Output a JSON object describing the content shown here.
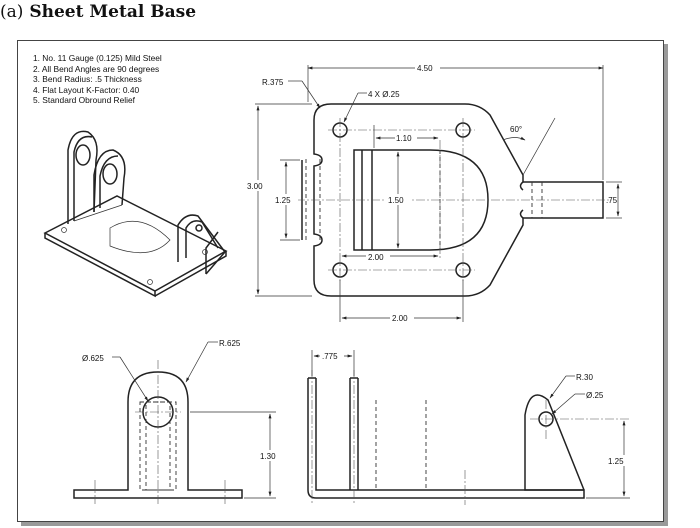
{
  "caption": {
    "tag": "(a)",
    "title": "Sheet Metal Base"
  },
  "notes": [
    "1. No. 11 Gauge (0.125) Mild Steel",
    "2. All Bend Angles are 90 degrees",
    "3. Bend Radius: .5 Thickness",
    "4. Flat Layout K-Factor: 0.40",
    "5. Standard Obround Relief"
  ],
  "flat_layout_dims": {
    "corner_radius": "R.375",
    "holes": "4 X Ø.25",
    "overall_width": "4.50",
    "angle": "60°",
    "slot_offset": "1.10",
    "height": "3.00",
    "inner_height": "1.25",
    "cutout_height": "1.50",
    "tab_width": ".75",
    "hole_spacing": "2.00",
    "base_spacing": "2.00"
  },
  "front_view_dims": {
    "hole": "Ø.625",
    "radius": "R.625",
    "height": "1.30"
  },
  "side_view_dims": {
    "tab_spacing": ".775",
    "radius": "R.30",
    "hole": "Ø.25",
    "height": "1.25"
  }
}
